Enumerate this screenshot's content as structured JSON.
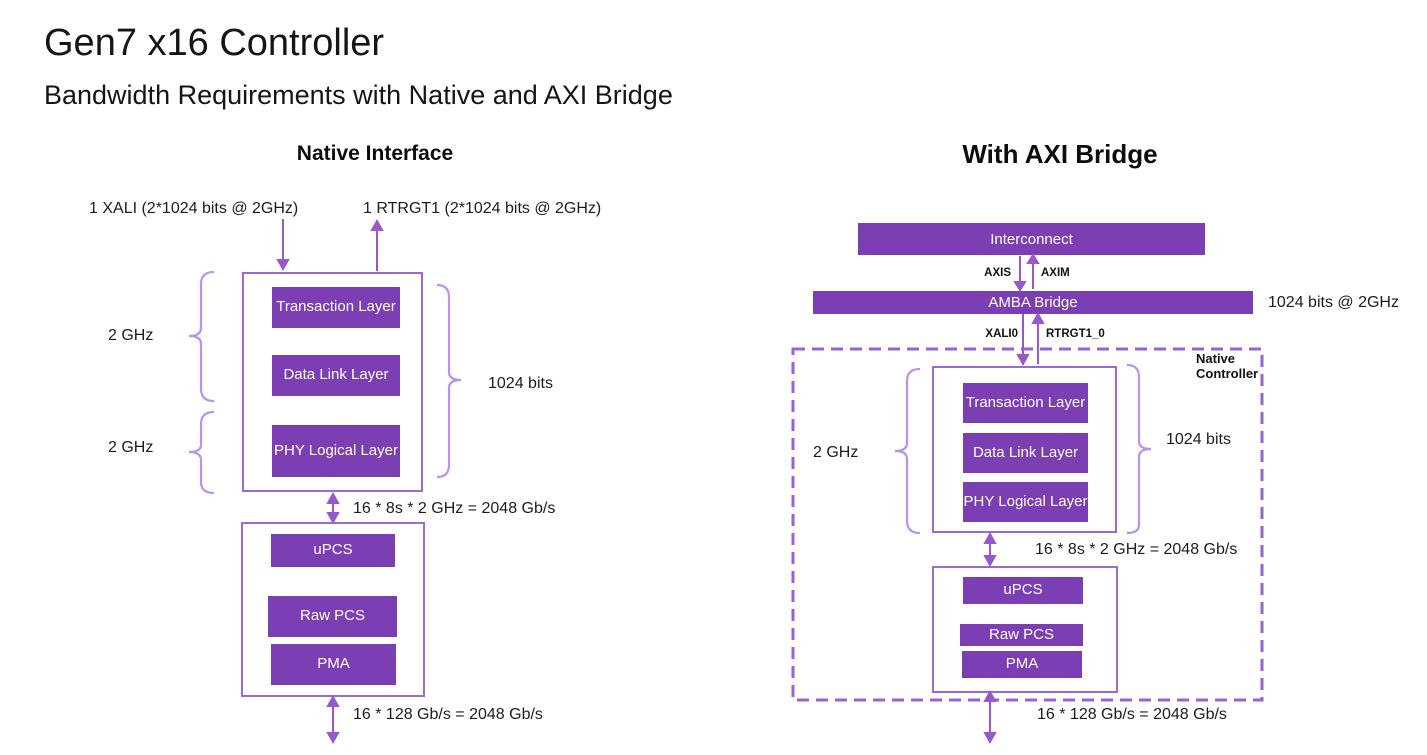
{
  "header": {
    "title": "Gen7 x16 Controller",
    "subtitle": "Bandwidth Requirements with Native and AXI Bridge"
  },
  "colors": {
    "block_purple": "#7b3eb3",
    "box_border_purple": "#9a6ad0",
    "arrow_purple": "#9857cc",
    "brace_purple": "#bb93e6",
    "dashed_border_purple": "#9a60d4",
    "text": "#1c1c1c"
  },
  "native": {
    "heading": "Native Interface",
    "input_label": "1 XALI  (2*1024 bits @ 2GHz)",
    "output_label": "1 RTRGT1 (2*1024 bits @ 2GHz)",
    "layers": [
      "Transaction Layer",
      "Data Link Layer",
      "PHY Logical Layer"
    ],
    "clock_upper": "2 GHz",
    "clock_lower": "2 GHz",
    "bus_width": "1024 bits",
    "mid_bandwidth": "16 * 8s * 2 GHz = 2048 Gb/s",
    "phy_layers": [
      "uPCS",
      "Raw PCS",
      "PMA"
    ],
    "bottom_bandwidth": "16 * 128 Gb/s = 2048 Gb/s"
  },
  "axi": {
    "heading": "With AXI Bridge",
    "interconnect_label": "Interconnect",
    "axis_label": "AXIS",
    "axim_label": "AXIM",
    "amba_label": "AMBA Bridge",
    "amba_bus_label": "1024 bits @ 2GHz",
    "xali0_label": "XALI0",
    "rtrgt1_label": "RTRGT1_0",
    "native_controller_label": "Native Controller",
    "layers": [
      "Transaction Layer",
      "Data Link Layer",
      "PHY Logical Layer"
    ],
    "clock_label": "2 GHz",
    "bus_width": "1024 bits",
    "mid_bandwidth": "16 * 8s * 2 GHz = 2048 Gb/s",
    "phy_layers": [
      "uPCS",
      "Raw PCS",
      "PMA"
    ],
    "bottom_bandwidth": "16 * 128 Gb/s = 2048 Gb/s"
  }
}
